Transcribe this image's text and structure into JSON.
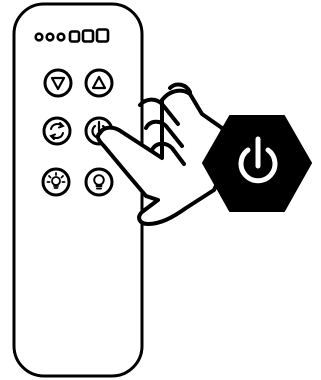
{
  "remote": {
    "indicator_lights": {
      "total": 6,
      "lit": 3,
      "shape_small": "circle",
      "shape_large": "square"
    },
    "buttons": [
      {
        "id": "down-button",
        "icon": "triangle-down-icon"
      },
      {
        "id": "up-button",
        "icon": "triangle-up-icon"
      },
      {
        "id": "oscillate-button",
        "icon": "rotation-arrows-icon"
      },
      {
        "id": "power-button",
        "icon": "power-icon",
        "pressed": true
      },
      {
        "id": "light-on-button",
        "icon": "bulb-rays-icon"
      },
      {
        "id": "light-button",
        "icon": "bulb-icon"
      }
    ]
  },
  "hand": {
    "icon": "pointing-hand-icon",
    "pressing": "power-button"
  },
  "callout": {
    "shape": "hexagon",
    "icon": "power-icon",
    "fill": "#000000",
    "icon_color": "#ffffff"
  },
  "colors": {
    "stroke": "#000000",
    "background": "#ffffff"
  }
}
